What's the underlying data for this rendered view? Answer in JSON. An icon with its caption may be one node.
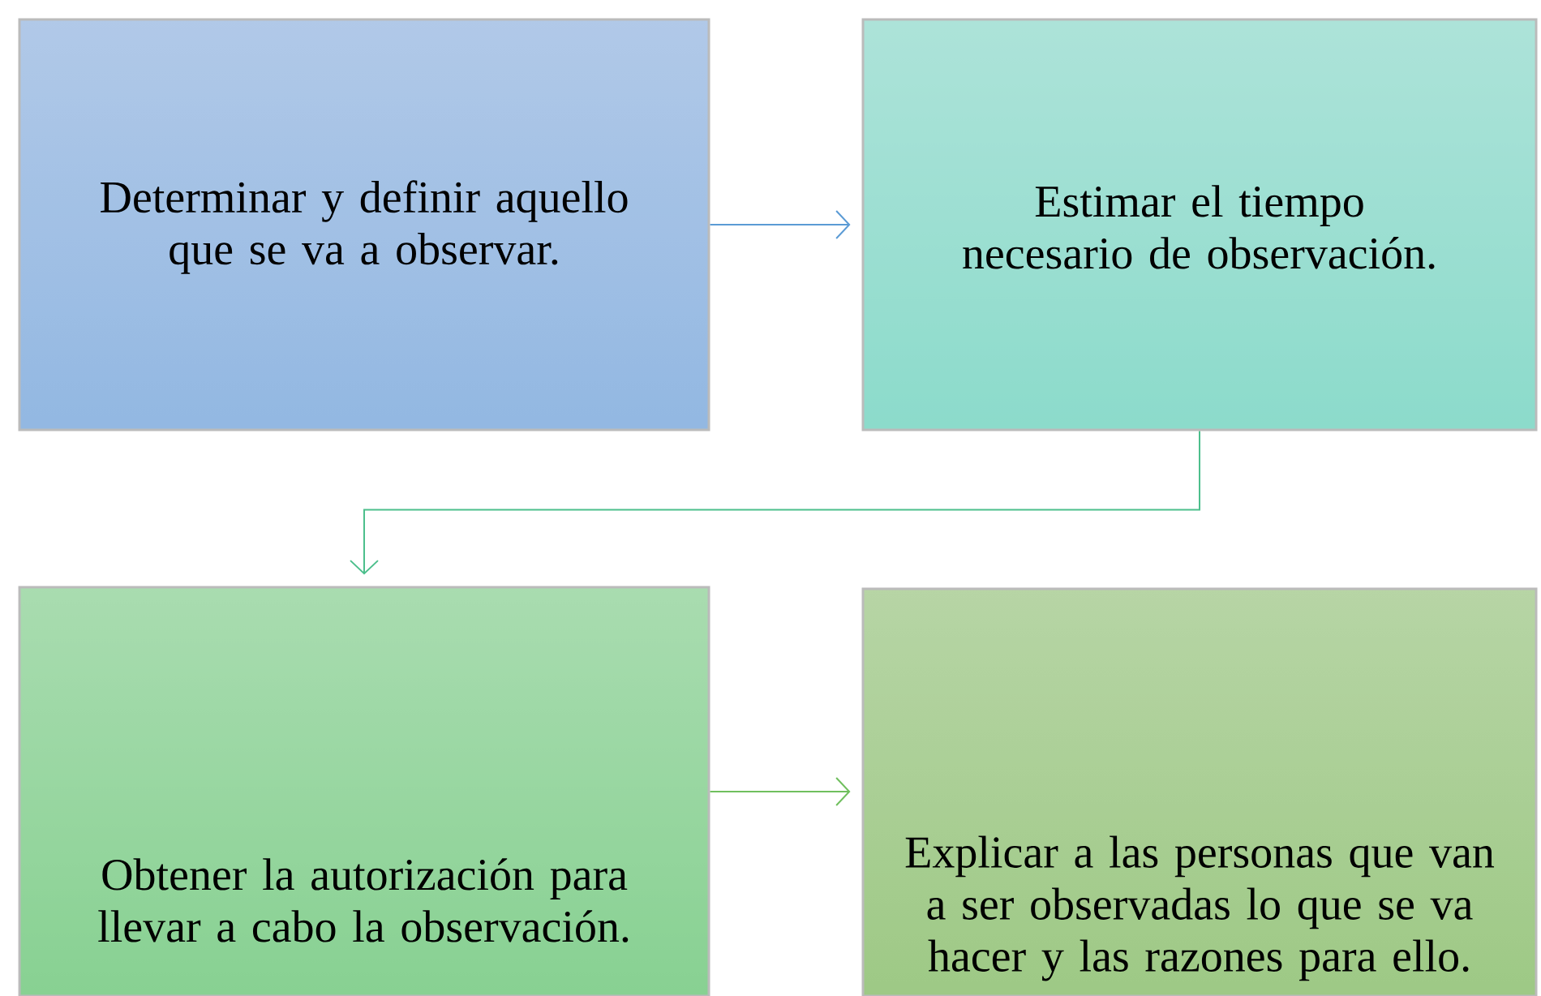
{
  "diagram": {
    "nodes": [
      {
        "text": [
          "Determinar y definir aquello que se va a observar."
        ]
      },
      {
        "text": [
          "Estimar el tiempo necesario de observación."
        ]
      },
      {
        "text": [
          "Obtener la autorización para llevar a cabo la observación."
        ]
      },
      {
        "text": [
          "Explicar a las personas que van a ser observadas lo que se va hacer y las razones para ello."
        ]
      }
    ],
    "edges": [
      {
        "from": 0,
        "to": 1,
        "arrow": "to",
        "color": "#5b9bd5"
      },
      {
        "from": 1,
        "to": 2,
        "arrow": "to",
        "color": "#4cbf8c"
      },
      {
        "from": 2,
        "to": 3,
        "arrow": "to",
        "color": "#70bf5e"
      }
    ]
  }
}
